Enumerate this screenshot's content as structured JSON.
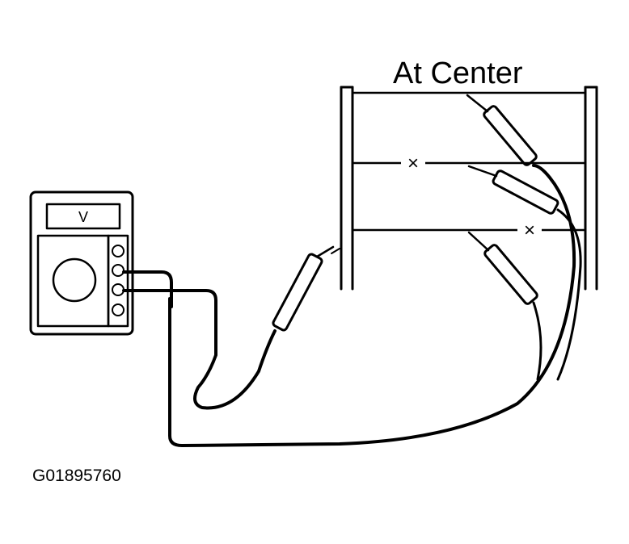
{
  "diagram": {
    "title": "At Center",
    "meter_display": "V",
    "figure_code": "G01895760",
    "open_mark": "×"
  }
}
